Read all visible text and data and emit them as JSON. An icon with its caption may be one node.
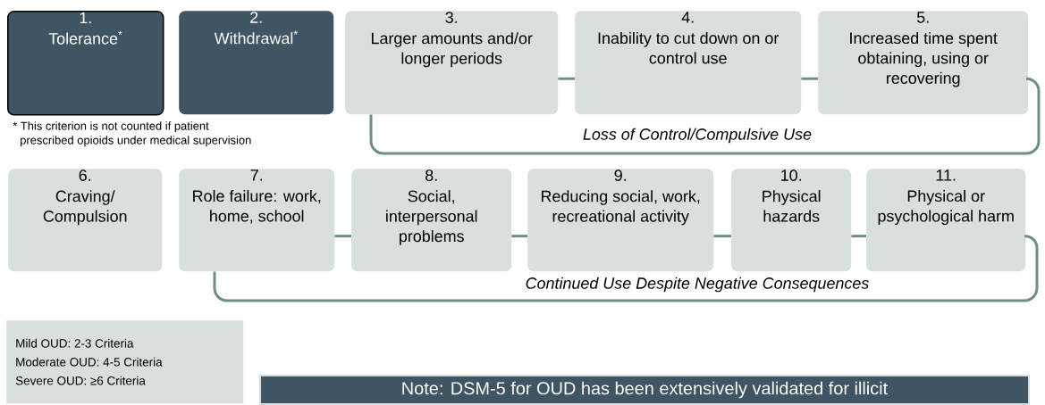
{
  "diagram": {
    "nodes": [
      {
        "text": [
          "1.",
          "Tolerance$^{*}$"
        ]
      },
      {
        "text": [
          "2.",
          "Withdrawal$^{*}$"
        ]
      },
      {
        "text": [
          "3.",
          "Larger amounts and/or longer periods"
        ]
      },
      {
        "text": [
          "4.",
          "Inability to cut down on or control use"
        ]
      },
      {
        "text": [
          "5.",
          "Increased time spent obtaining, using or recovering"
        ]
      },
      {
        "text": [
          "6.",
          "Craving/ Compulsion"
        ]
      },
      {
        "text": [
          "7.",
          "Role failure: work, home, school"
        ]
      },
      {
        "text": [
          "8.",
          "Social, interpersonal problems"
        ]
      },
      {
        "text": [
          "9.",
          "Reducing social, work, recreational activity"
        ]
      },
      {
        "text": [
          "10.",
          "Physical hazards"
        ]
      },
      {
        "text": [
          "11.",
          "Physical or psychological harm"
        ]
      },
      {
        "text": [
          "Mild OUD: 2-3 Criteria",
          "Moderate OUD: 4-5 Criteria",
          "Severe OUD: ≥6 Criteria"
        ]
      },
      {
        "text": [
          "Note: DSM-5 for OUD has been extensively validated for illicit"
        ]
      }
    ],
    "edges": [
      {
        "from": 2,
        "to": 3,
        "arrow": "none"
      },
      {
        "from": 3,
        "to": 4,
        "arrow": "none"
      },
      {
        "from": 2,
        "to": 4,
        "arrow": "none",
        "label": "Loss of Control/Compulsive Use"
      },
      {
        "from": 6,
        "to": 7,
        "arrow": "none"
      },
      {
        "from": 7,
        "to": 8,
        "arrow": "none"
      },
      {
        "from": 8,
        "to": 9,
        "arrow": "none"
      },
      {
        "from": 9,
        "to": 10,
        "arrow": "none"
      },
      {
        "from": 6,
        "to": 10,
        "arrow": "none",
        "label": "Continued Use Despite Negative Consequences"
      }
    ],
    "labels": [
      "* This criterion is not counted if patient prescribed opioids under medical supervision"
    ]
  }
}
